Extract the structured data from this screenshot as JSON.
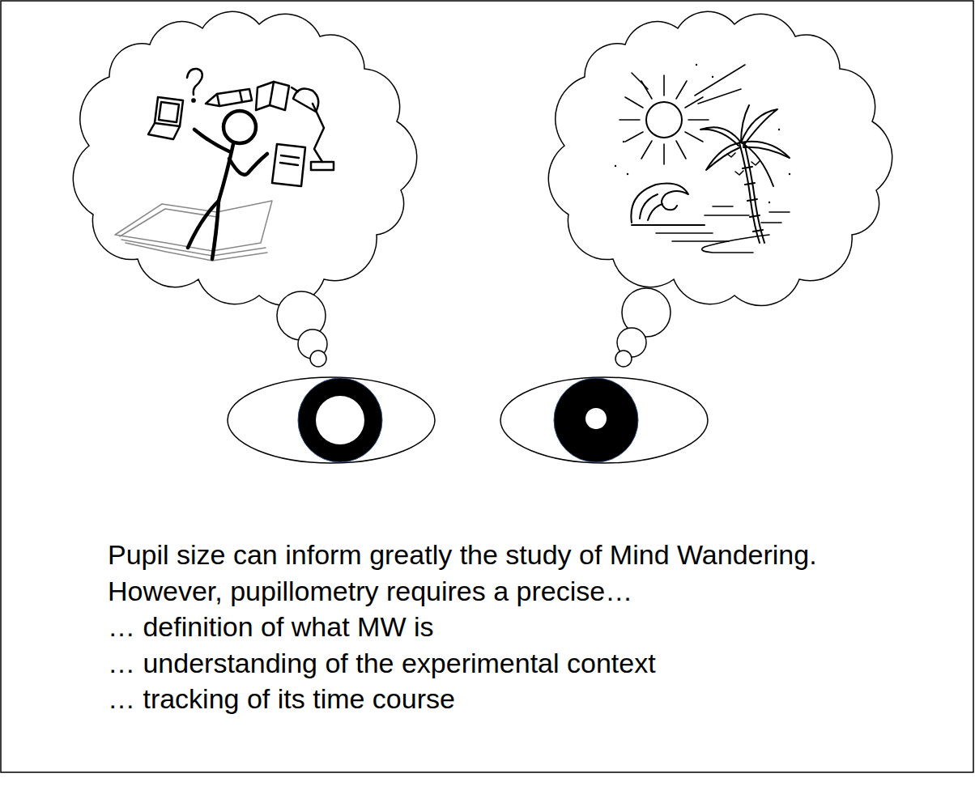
{
  "diagram": {
    "labels": [
      "Pupil size can inform greatly the study of Mind Wandering.",
      "However, pupillometry requires a precise…",
      "… definition of what MW is",
      "… understanding of the experimental context",
      "… tracking of its time course"
    ]
  }
}
